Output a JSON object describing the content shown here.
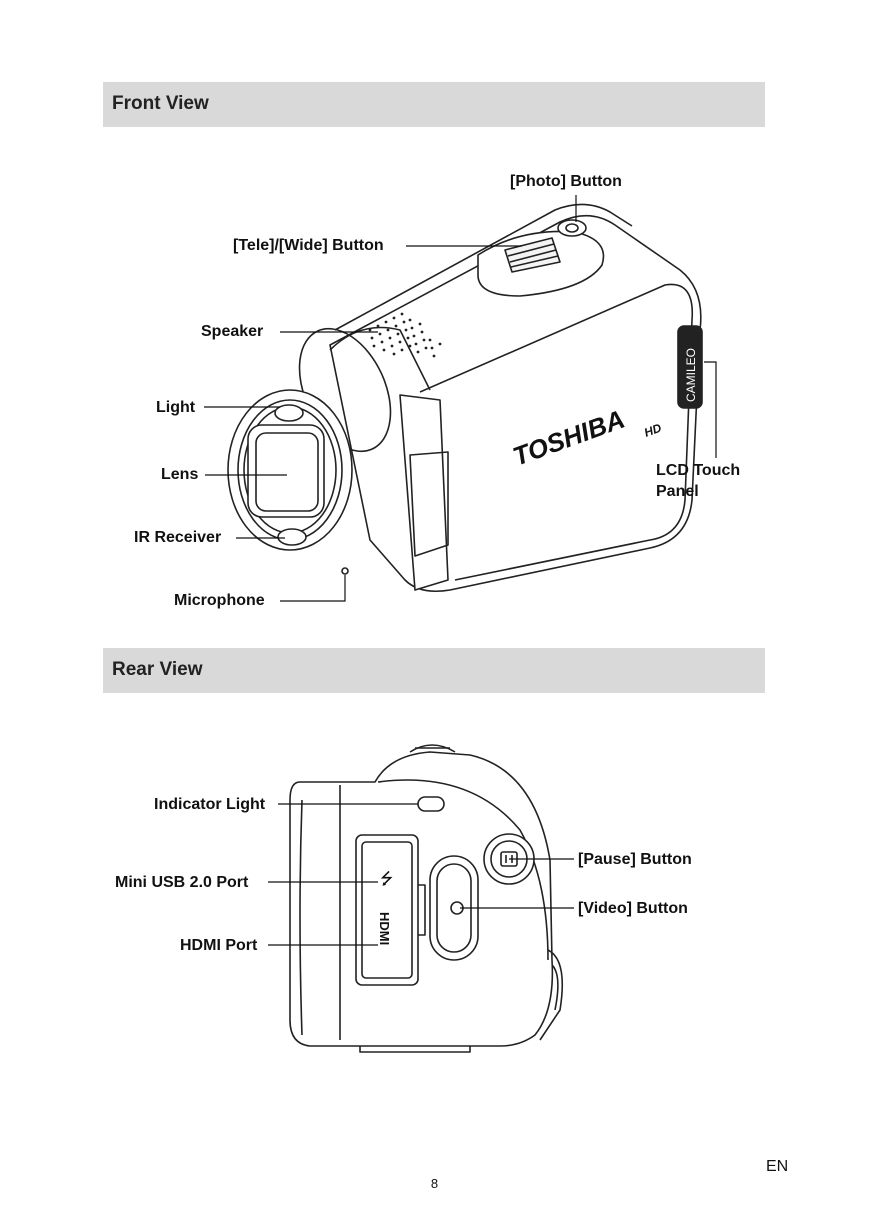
{
  "sections": {
    "front": {
      "title": "Front View"
    },
    "rear": {
      "title": "Rear View"
    }
  },
  "front_labels": {
    "photo_button": "[Photo] Button",
    "tele_wide_button": "[Tele]/[Wide] Button",
    "speaker": "Speaker",
    "light": "Light",
    "lens": "Lens",
    "ir_receiver": "IR Receiver",
    "microphone": "Microphone",
    "lcd_touch_panel_line1": "LCD Touch",
    "lcd_touch_panel_line2": "Panel"
  },
  "rear_labels": {
    "indicator_light": "Indicator Light",
    "mini_usb_port": "Mini USB 2.0 Port",
    "hdmi_port": "HDMI Port",
    "pause_button": "[Pause] Button",
    "video_button": "[Video] Button"
  },
  "device_markings": {
    "brand": "TOSHIBA",
    "model": "CAMILEO",
    "hd_badge": "HD",
    "hdmi_text": "HDMI",
    "usb_symbol": "⭍"
  },
  "footer": {
    "page_number": "8",
    "language": "EN"
  }
}
